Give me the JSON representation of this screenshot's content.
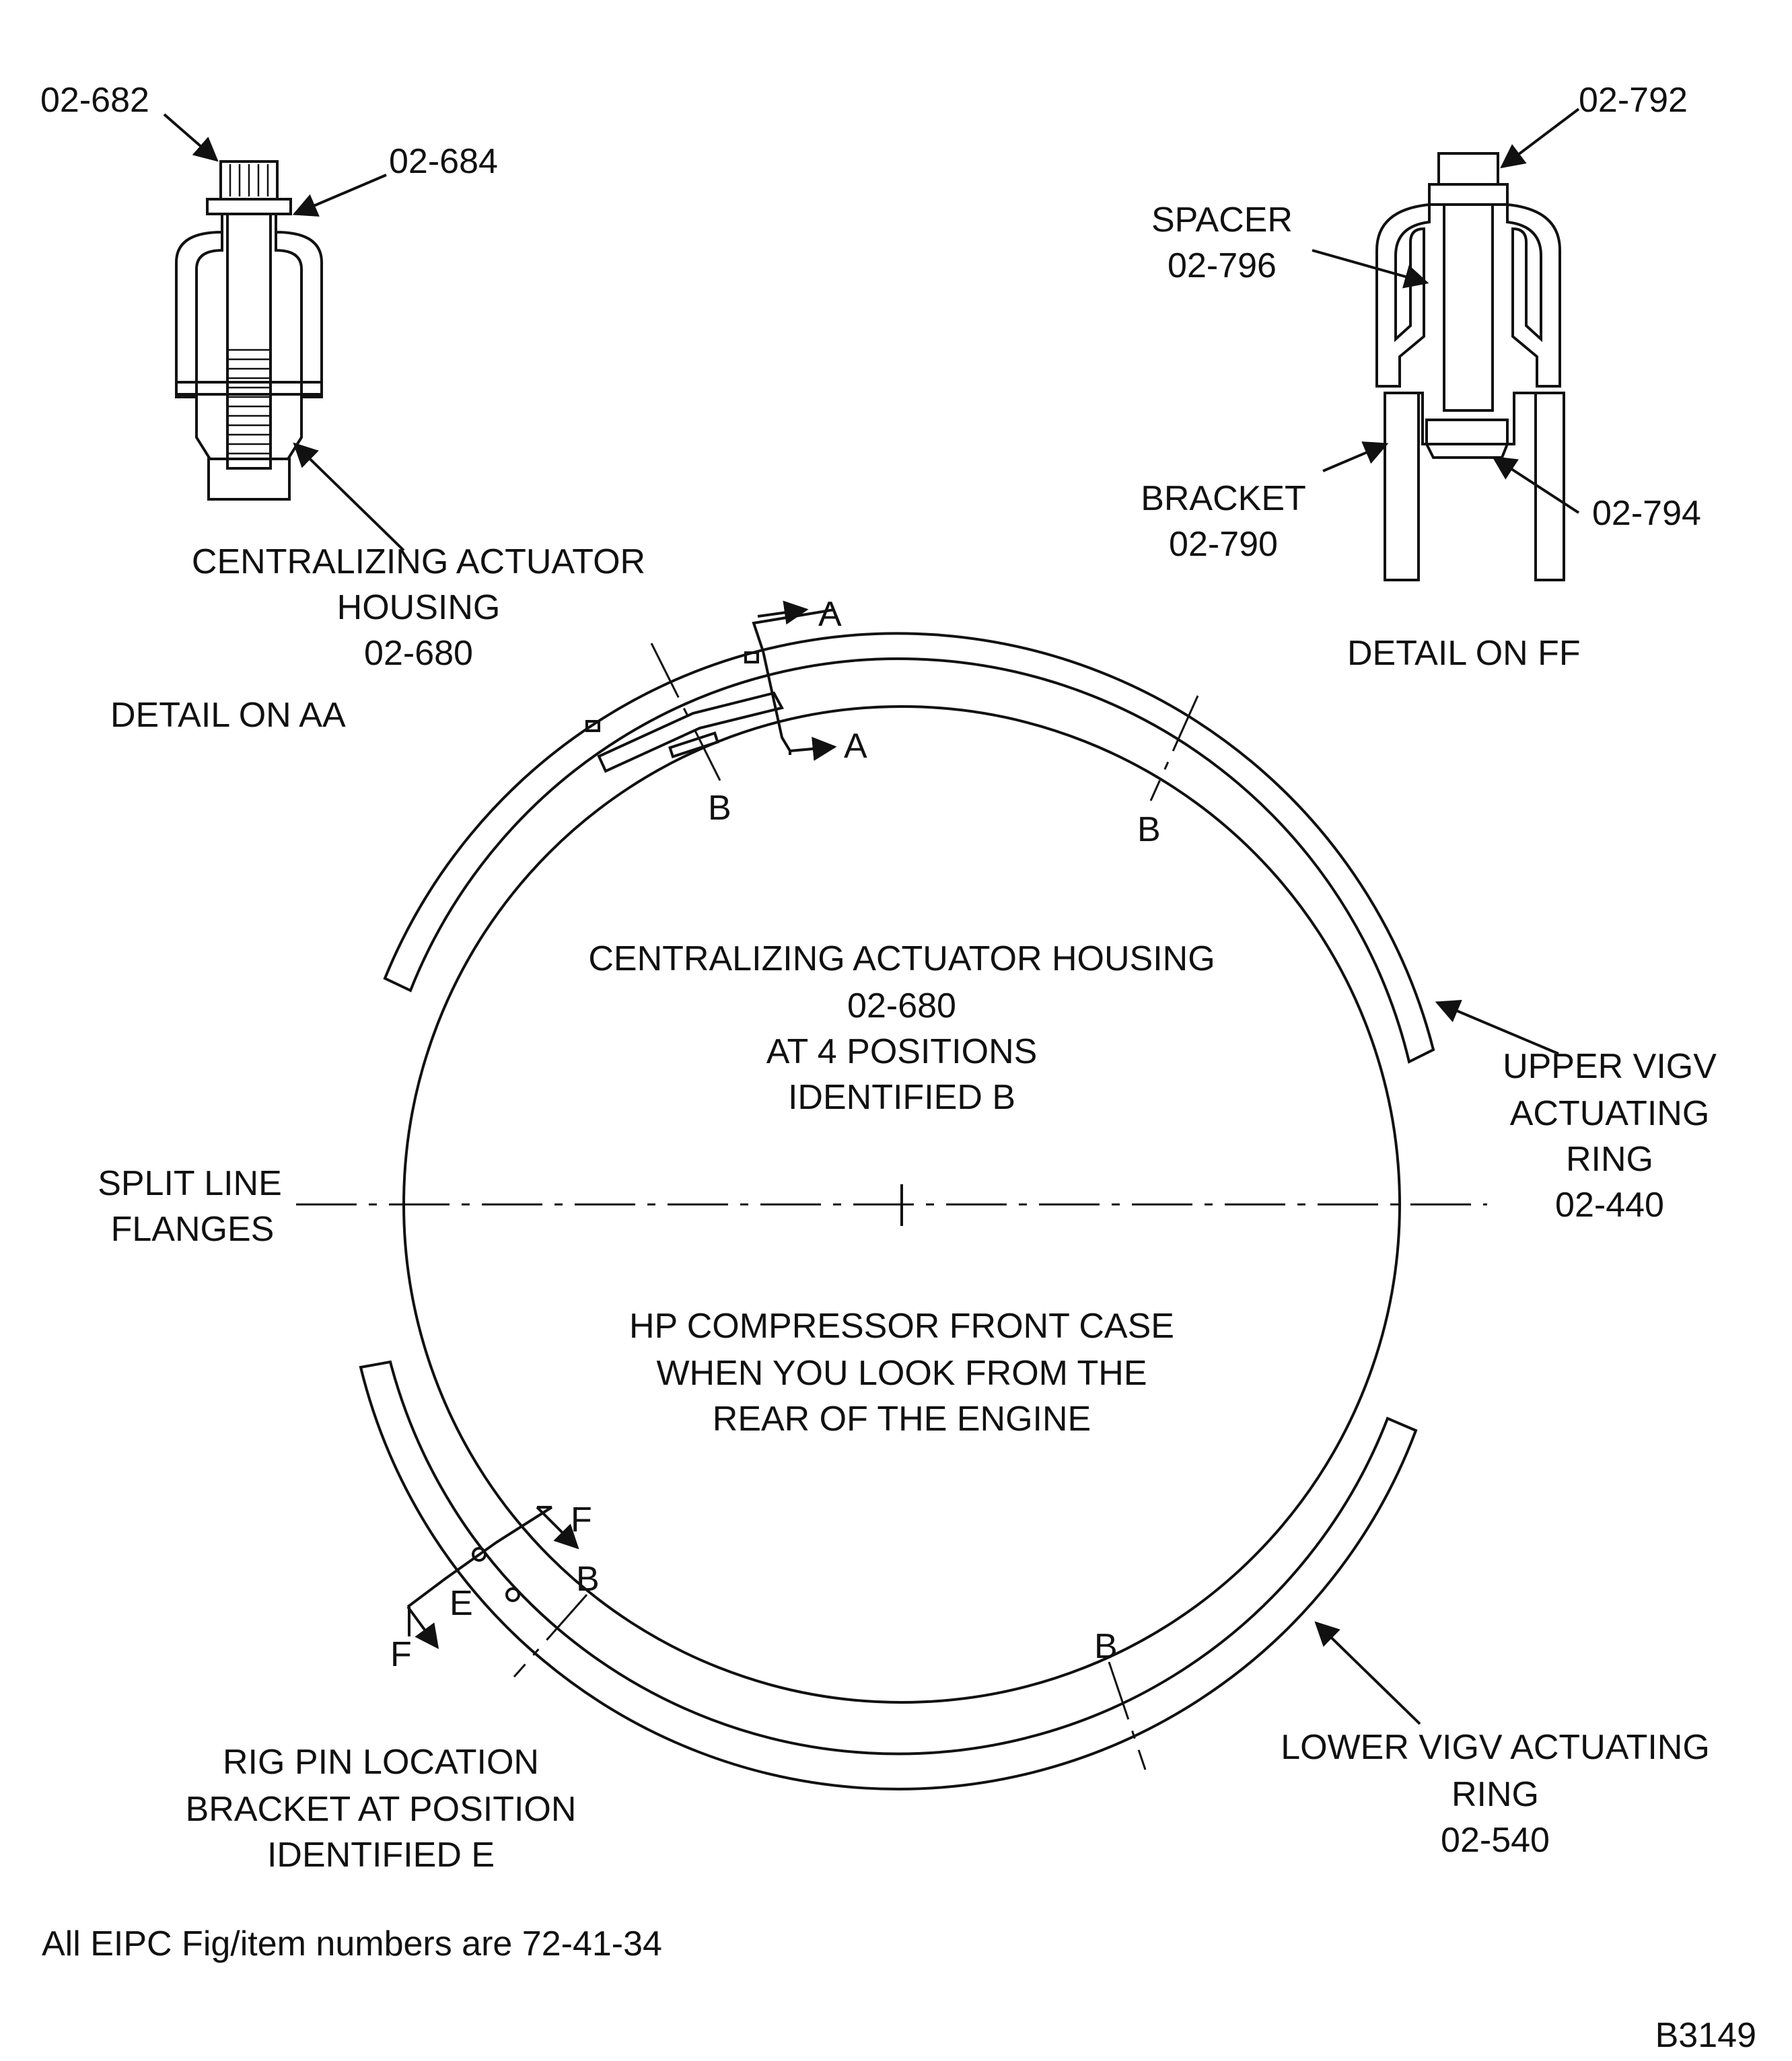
{
  "diagram": {
    "figure_id": "B3149",
    "footnote": "All EIPC Fig/item numbers are 72-41-34",
    "detail_aa": {
      "callout_nut": "02-682",
      "callout_washer": "02-684",
      "housing_label": [
        "CENTRALIZING ACTUATOR",
        "HOUSING",
        "02-680"
      ],
      "title": "DETAIL ON AA"
    },
    "detail_ff": {
      "callout_nut": "02-792",
      "spacer_label": [
        "SPACER",
        "02-796"
      ],
      "bracket_label": [
        "BRACKET",
        "02-790"
      ],
      "callout_plate": "02-794",
      "title": "DETAIL ON FF"
    },
    "main_view": {
      "center_label": [
        "CENTRALIZING ACTUATOR HOUSING",
        "02-680",
        "AT 4 POSITIONS",
        "IDENTIFIED B"
      ],
      "case_label": [
        "HP COMPRESSOR FRONT CASE",
        "WHEN YOU LOOK FROM THE",
        "REAR OF THE ENGINE"
      ],
      "split_line_label": [
        "SPLIT LINE",
        "FLANGES"
      ],
      "upper_ring_label": [
        "UPPER VIGV",
        "ACTUATING",
        "RING",
        "02-440"
      ],
      "lower_ring_label": [
        "LOWER VIGV ACTUATING",
        "RING",
        "02-540"
      ],
      "rig_pin_label": [
        "RIG PIN LOCATION",
        "BRACKET AT POSITION",
        "IDENTIFIED E"
      ],
      "section_markers": {
        "a": "A",
        "b": "B",
        "e": "E",
        "f": "F"
      }
    }
  }
}
